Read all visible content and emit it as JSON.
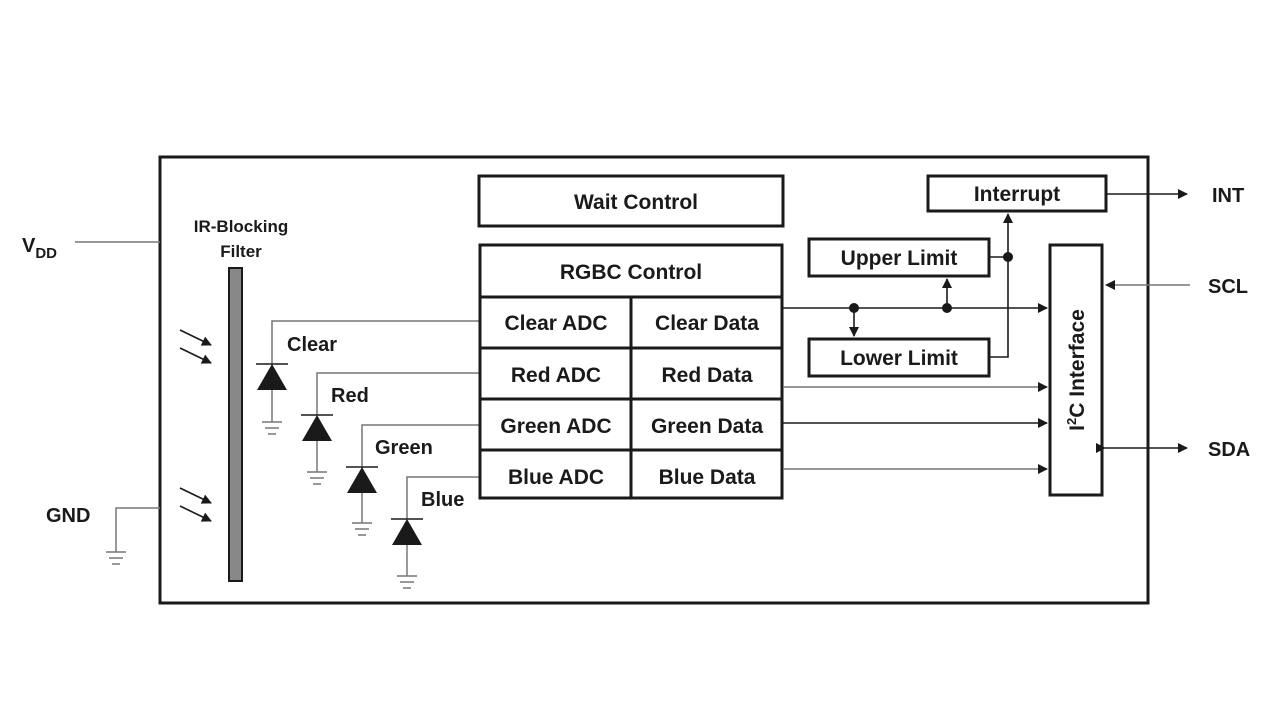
{
  "pins": {
    "vdd_main": "V",
    "vdd_sub": "DD",
    "gnd": "GND",
    "int": "INT",
    "scl": "SCL",
    "sda": "SDA"
  },
  "filter": {
    "line1": "IR-Blocking",
    "line2": "Filter"
  },
  "photodiodes": [
    "Clear",
    "Red",
    "Green",
    "Blue"
  ],
  "blocks": {
    "wait_control": "Wait Control",
    "rgbc_control": "RGBC Control",
    "adc": [
      "Clear ADC",
      "Red ADC",
      "Green ADC",
      "Blue ADC"
    ],
    "data": [
      "Clear Data",
      "Red Data",
      "Green Data",
      "Blue Data"
    ],
    "upper_limit": "Upper Limit",
    "lower_limit": "Lower Limit",
    "interrupt": "Interrupt",
    "i2c_prefix": "I",
    "i2c_sup": "2",
    "i2c_suffix": "C Interface"
  },
  "colors": {
    "line": "#1a1a1a",
    "filter": "#888888",
    "thin_wire": "#777777"
  }
}
